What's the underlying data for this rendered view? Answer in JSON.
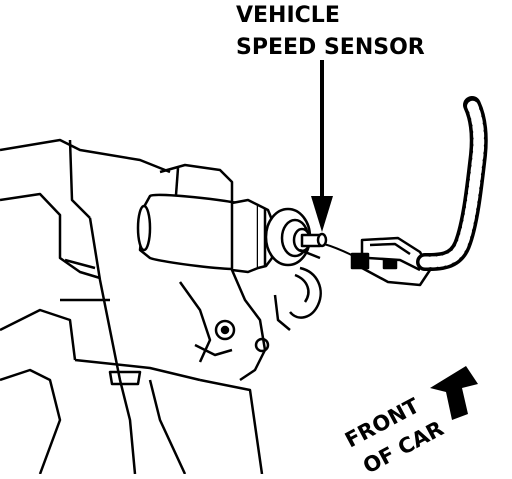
{
  "callout": {
    "line1": "VEHICLE",
    "line2": "SPEED SENSOR"
  },
  "direction": {
    "line1": "FRONT",
    "line2": "OF CAR"
  },
  "colors": {
    "ink": "#000000",
    "paper": "#ffffff"
  },
  "icons": {
    "callout_arrow": "arrow-down-icon",
    "front_arrow": "arrow-up-right-icon"
  }
}
